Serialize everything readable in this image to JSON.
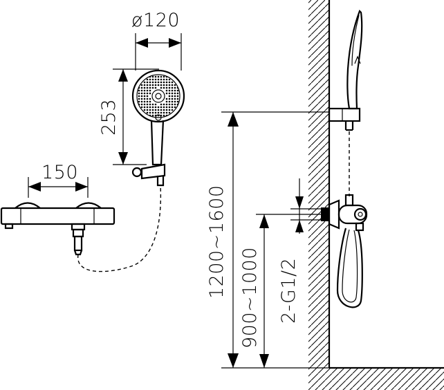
{
  "dimensions": {
    "head_diameter": "ø120",
    "head_height": "253",
    "mixer_width": "150",
    "rail_height": "1200~1600",
    "mixer_height": "900~1000",
    "connection": "2-G1/2"
  },
  "colors": {
    "line": "#000000",
    "background": "#ffffff"
  }
}
